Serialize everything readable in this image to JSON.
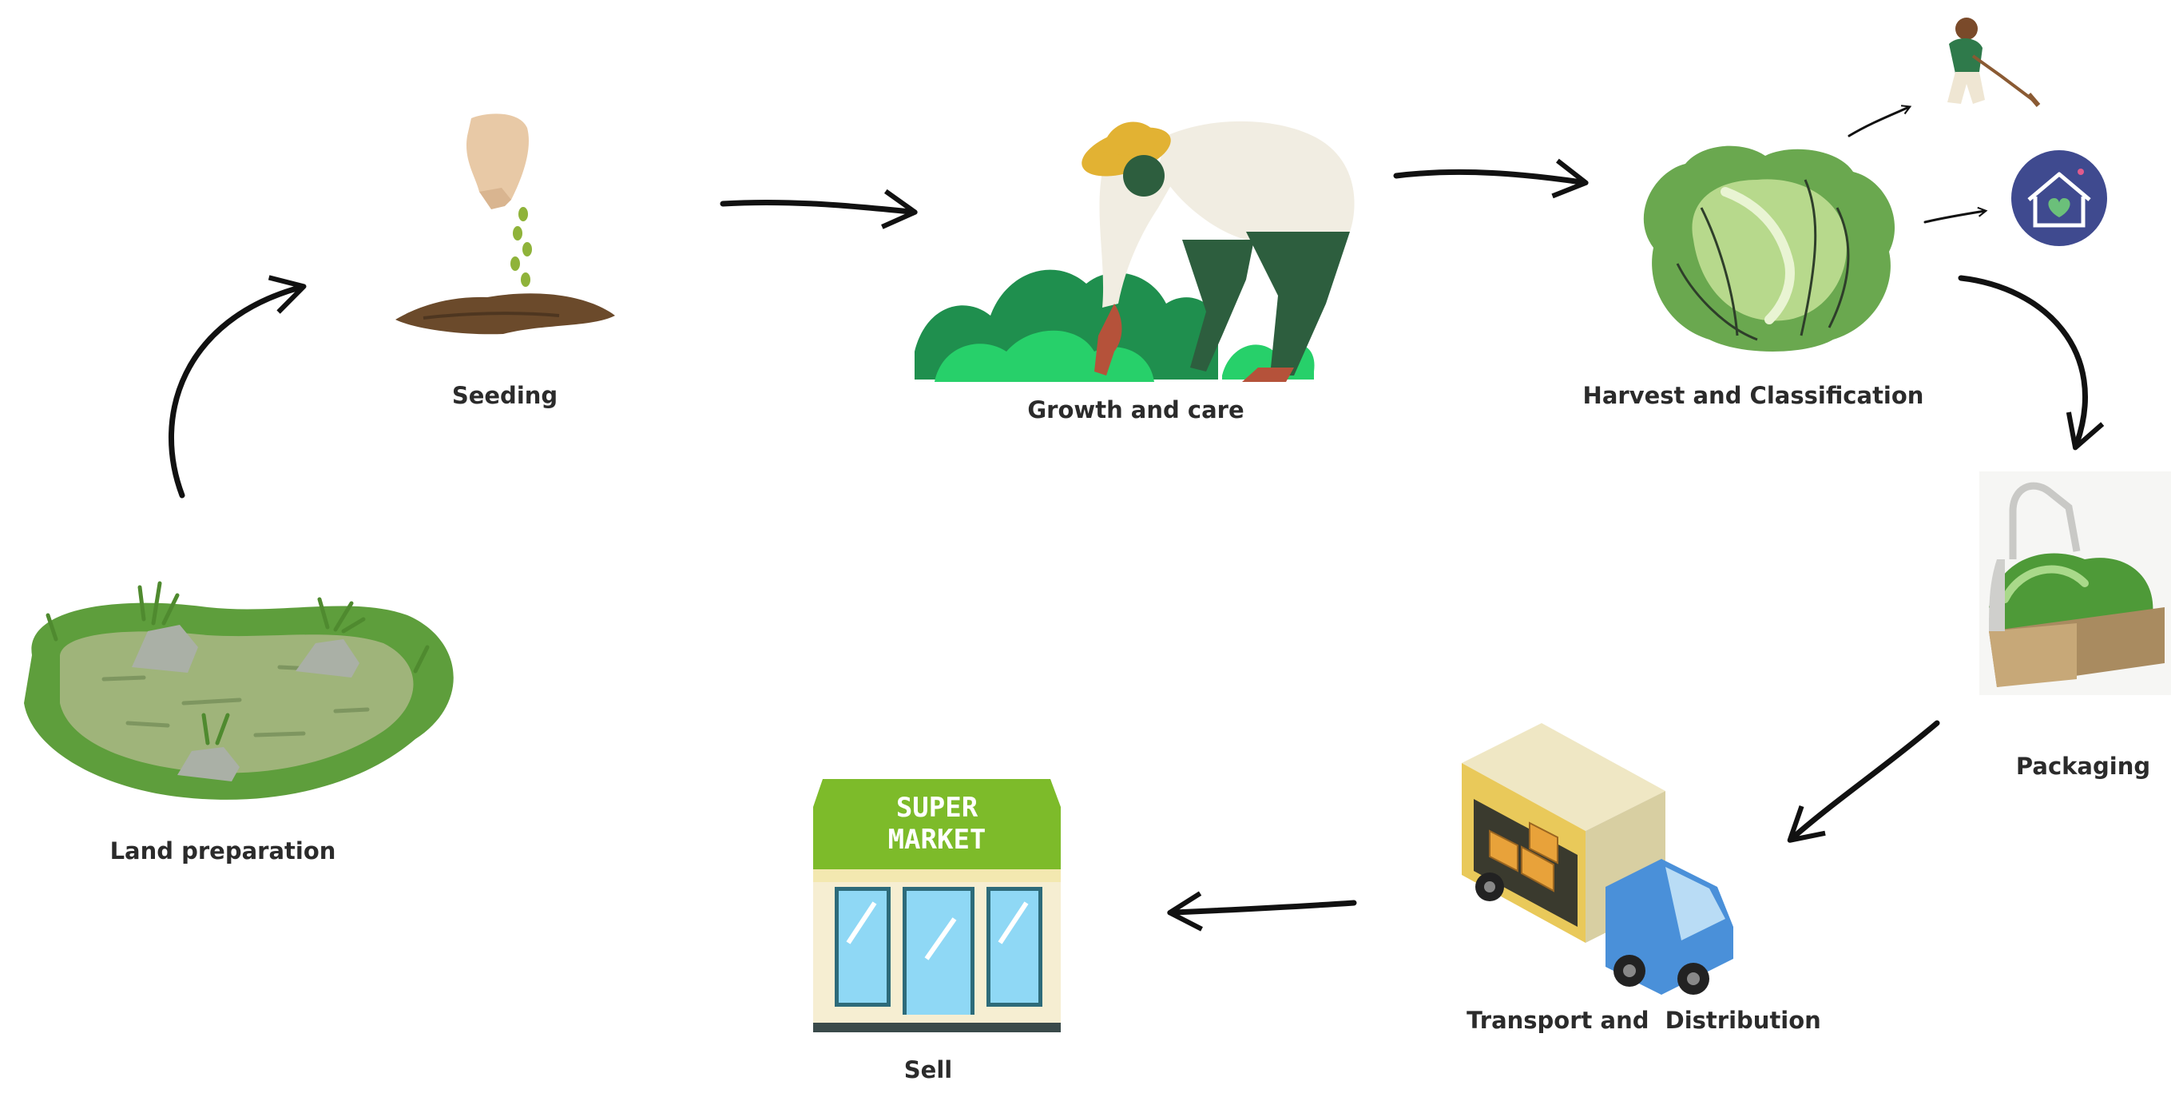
{
  "steps": [
    {
      "id": "land",
      "label": "Land preparation",
      "icon": "land-pond-icon"
    },
    {
      "id": "seeding",
      "label": "Seeding",
      "icon": "seeding-hand-icon"
    },
    {
      "id": "growth",
      "label": "Growth and care",
      "icon": "farmer-tending-plants-icon"
    },
    {
      "id": "harvest",
      "label": "Harvest and Classification",
      "icon": "lettuce-icon"
    },
    {
      "id": "packaging",
      "label": "Packaging",
      "icon": "lettuce-box-icon"
    },
    {
      "id": "transport",
      "label": "Transport and  Distribution",
      "icon": "delivery-truck-icon"
    },
    {
      "id": "sell",
      "label": "Sell",
      "icon": "supermarket-icon"
    }
  ],
  "branches": [
    {
      "icon": "farmer-hoeing-icon"
    },
    {
      "icon": "home-heart-icon"
    }
  ],
  "store_sign": {
    "line1": "SUPER",
    "line2": "MARKET"
  },
  "colors": {
    "arrow": "#111111",
    "leaf_dark": "#1f8f4e",
    "leaf_light": "#27d06a",
    "lettuce": "#9bc46a",
    "truck_blue": "#4a90d9",
    "store_green": "#7dbb2a",
    "home_purple": "#3f4a8f"
  }
}
